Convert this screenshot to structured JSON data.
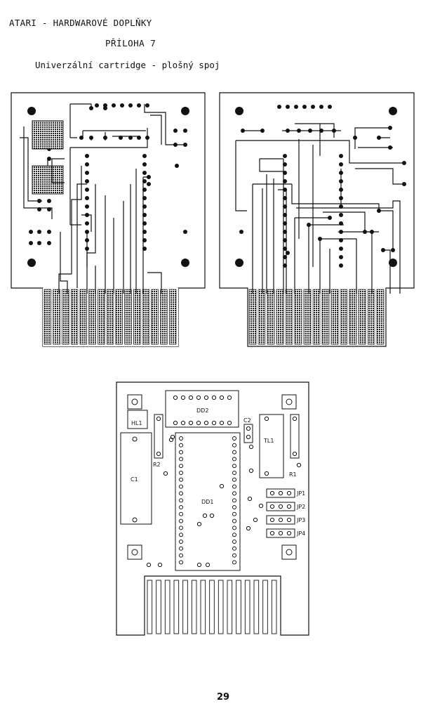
{
  "header": {
    "title": "ATARI - HARDWAROVÉ DOPLŇKY",
    "appendix": "PŘÍLOHA 7",
    "caption": "Univerzální cartridge - plošný spoj"
  },
  "layout_labels": {
    "dd2": "DD2",
    "dd1": "DD1",
    "c1": "C1",
    "c2": "C2",
    "tl1": "TL1",
    "r1": "R1",
    "r2": "R2",
    "hl1": "HL1",
    "jp1": "JP1",
    "jp2": "JP2",
    "jp3": "JP3",
    "jp4": "JP4"
  },
  "page_number": "29",
  "colors": {
    "ink": "#111111",
    "paper": "#ffffff"
  }
}
